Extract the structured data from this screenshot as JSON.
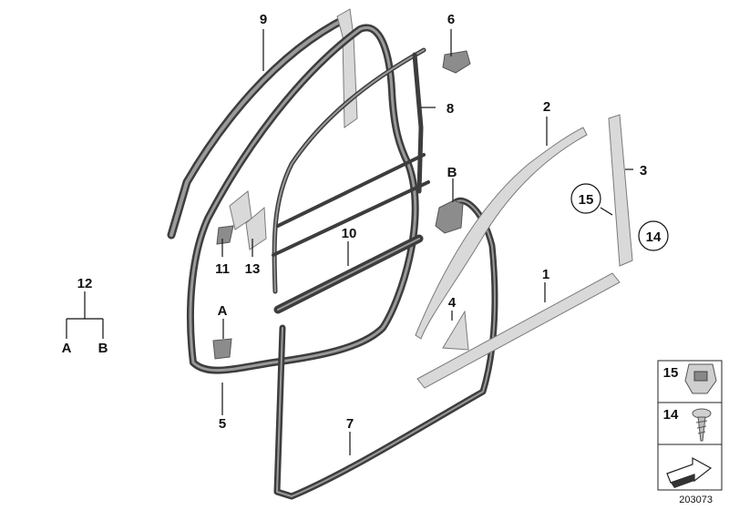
{
  "diagram": {
    "part_labels": {
      "p1": "1",
      "p2": "2",
      "p3": "3",
      "p4": "4",
      "p5": "5",
      "p6": "6",
      "p7": "7",
      "p8": "8",
      "p9": "9",
      "p10": "10",
      "p11": "11",
      "p12": "12",
      "p13": "13",
      "p14": "14",
      "p15": "15"
    },
    "letters": {
      "a": "A",
      "b": "B"
    },
    "legend": {
      "item_15": "15",
      "item_14": "14"
    },
    "figure_number": "203073"
  }
}
